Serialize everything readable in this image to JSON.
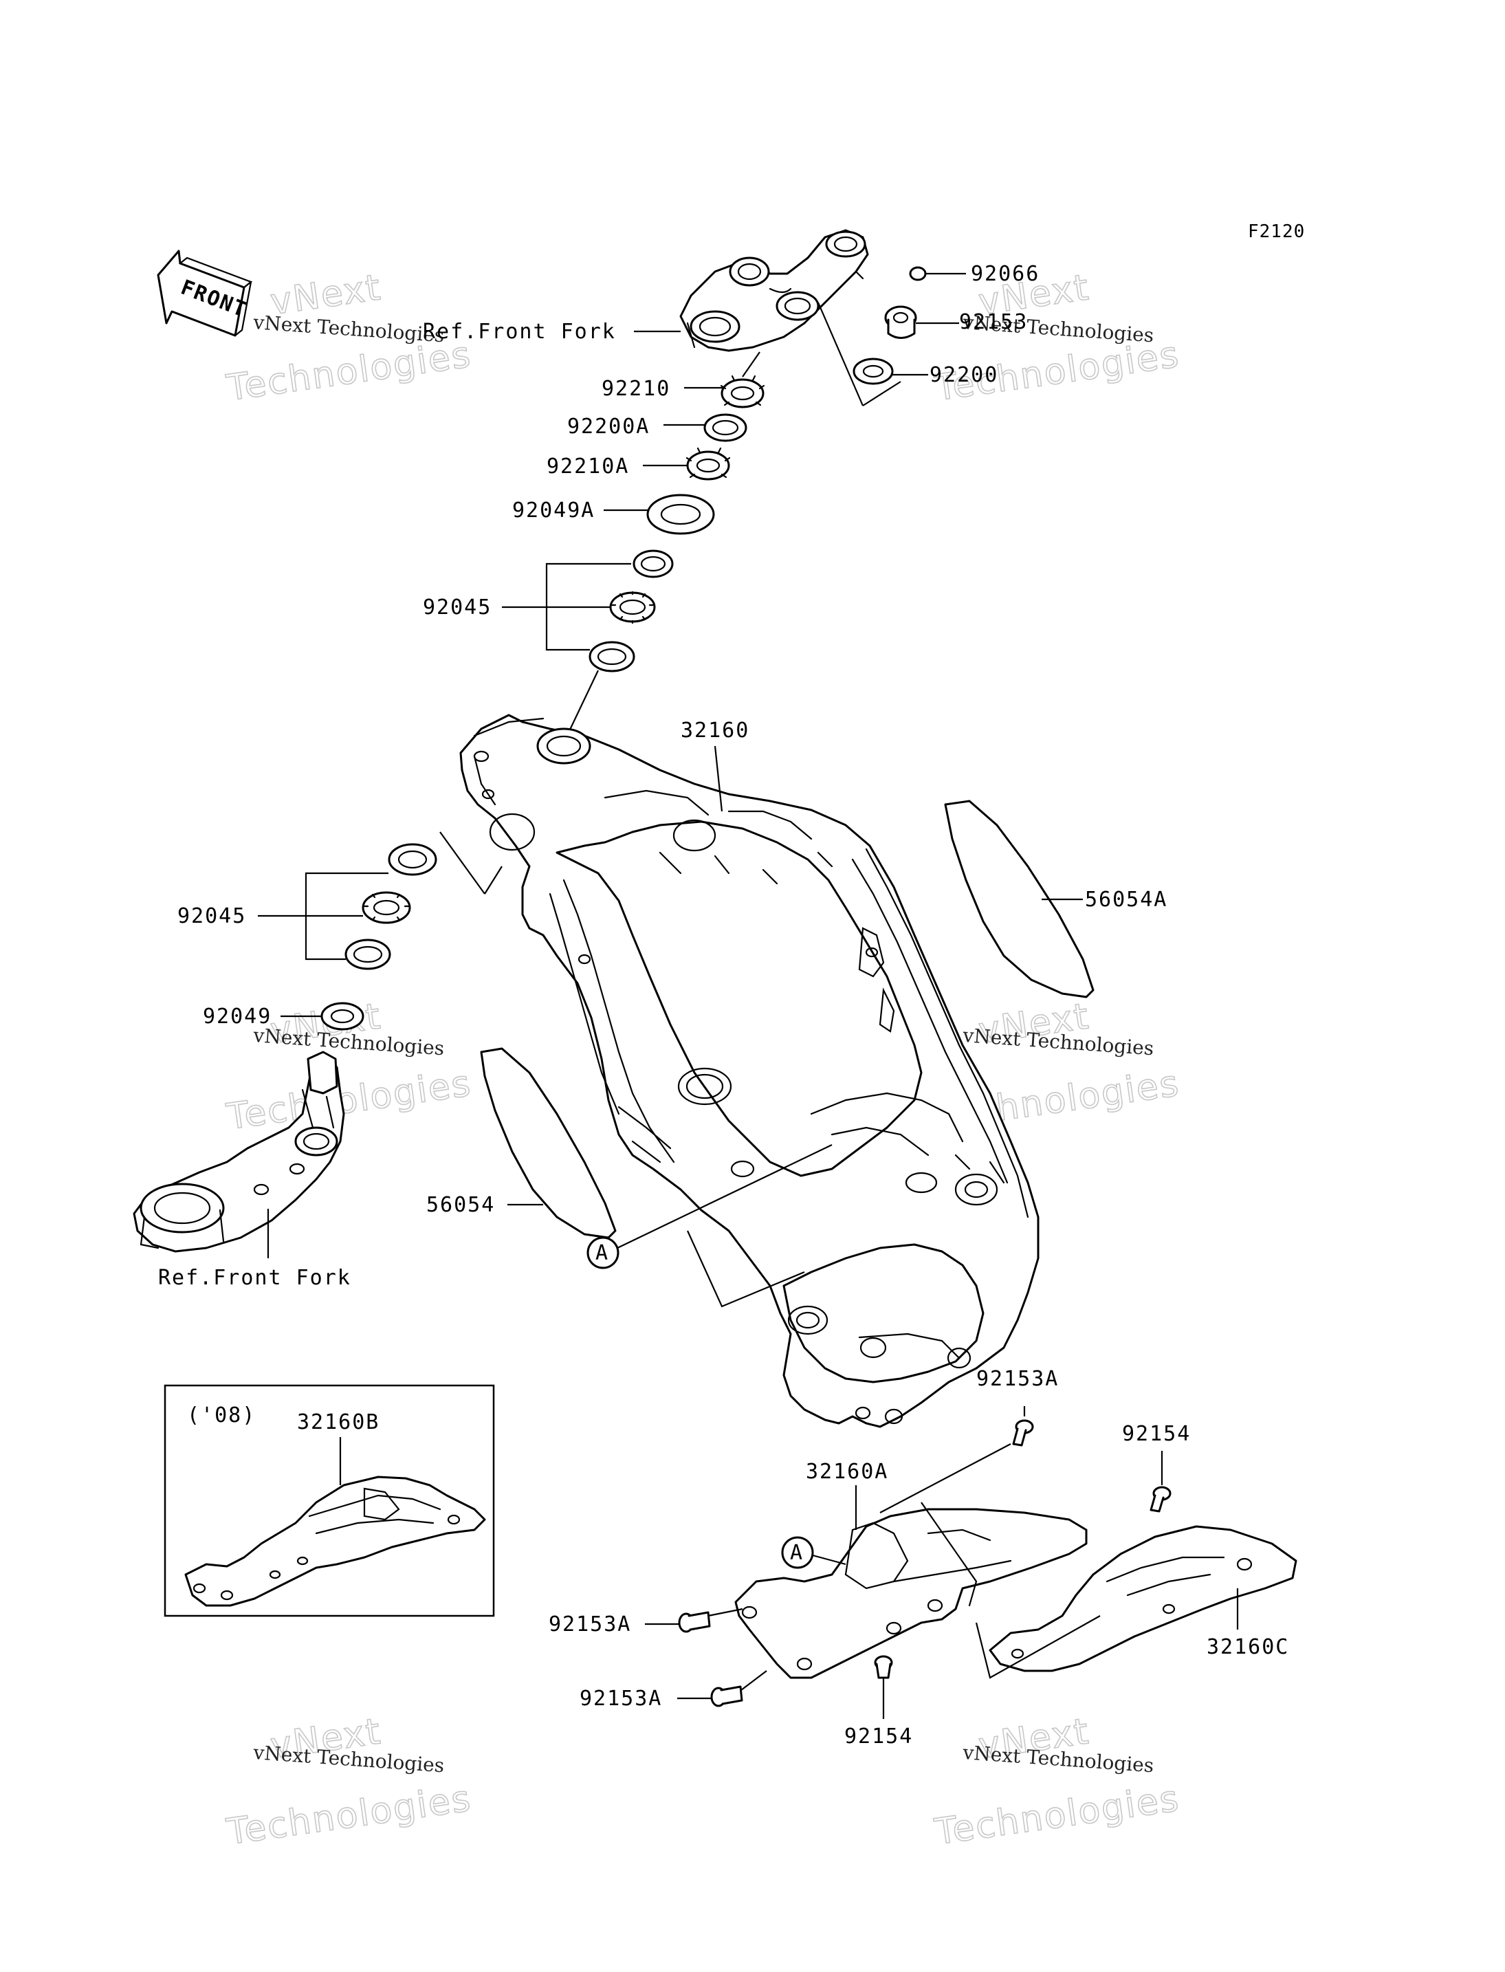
{
  "diagram_code": "F2120",
  "front_arrow_text": "FRONT",
  "labels": {
    "ref_front_fork_top": "Ref.Front Fork",
    "ref_front_fork_bottom": "Ref.Front Fork",
    "p92066": "92066",
    "p92153": "92153",
    "p92200": "92200",
    "p92210": "92210",
    "p92200A": "92200A",
    "p92210A": "92210A",
    "p92049A": "92049A",
    "p92045_top": "92045",
    "p32160": "32160",
    "p56054A": "56054A",
    "p92045_left": "92045",
    "p92049": "92049",
    "p56054": "56054",
    "callout_a_frame": "A",
    "p92153A_right": "92153A",
    "p92154_right": "92154",
    "p32160A": "32160A",
    "callout_a_sub": "A",
    "p32160C": "32160C",
    "p92153A_left1": "92153A",
    "p92153A_left2": "92153A",
    "p92154_bottom": "92154",
    "inset_year": "('08)",
    "p32160B": "32160B"
  },
  "watermarks": {
    "brand_big": "vNext",
    "brand_big2": "Technologies",
    "brand_small": "vNext Technologies"
  }
}
